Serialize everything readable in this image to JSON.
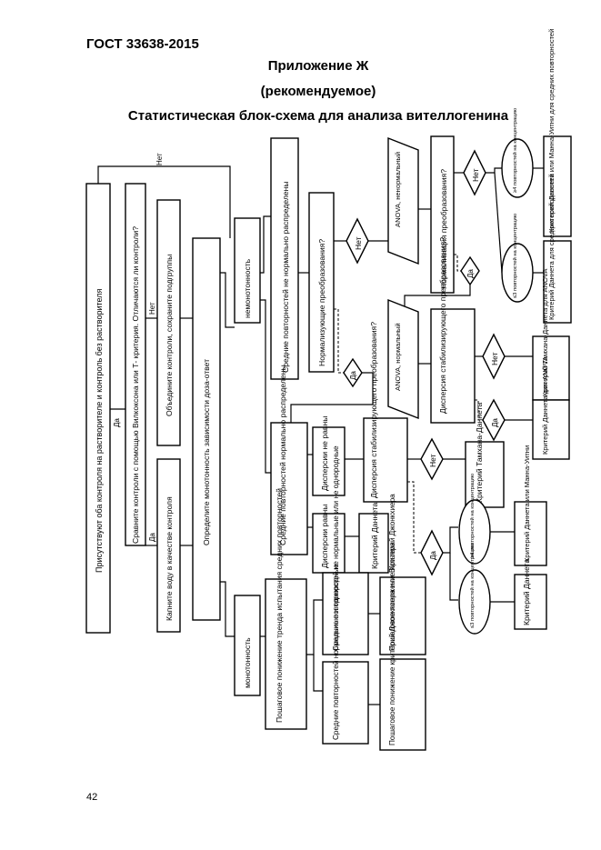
{
  "header": {
    "standard": "ГОСТ 33638-2015",
    "appendix": "Приложение Ж",
    "status": "(рекомендуемое)",
    "title": "Статистическая блок-схема для анализа вителлогенина"
  },
  "page_number": "42",
  "flow": {
    "present_both": "Присутствуют оба контроля на растворителе и контроль без растворителя",
    "compare_controls": "Сравните контроли с помощью Вилкоксона или Т- критерия. Отличаются ли контроли?",
    "combine_controls": "Объедините контроли, сохраните подгруппы",
    "water_control": "Капните воду в качестве контроля",
    "determine_monotonicity": "Определите монотонность зависимости доза-ответ",
    "non_monotonic": "немонотонность",
    "monotonic": "монотонность",
    "means_not_normal": "Средние повторностей не нормально распределены",
    "normalizing_transform": "Нормализующие преобразования?",
    "anova_normal_1": "ANOVA, ненормальный",
    "normalization_transform_q": "Нормализация преобразования?",
    "ge4_reps_1": "≥4 повторностей на концентрацию",
    "le3_reps_1": "≤3 повторностей на концентрацию",
    "dunnett_mann_1": "Критерий Даннета или Манна-Уитни для средних повторностей",
    "dunnett_means": "Критерий Даннета для средних повторностей",
    "anova_normal_2": "ANOVA, нормальный",
    "variance_stabilizing_1": "Дисперсия стабилизирующего преобразования?",
    "tamhane_dunnett_anova": "Критерий Тамхана-Даннета для ANOVA",
    "dunnett_anova": "Критерий Даннета для ANOVA",
    "means_normal": "Средние повторностей нормально распределены",
    "variances_unequal": "Дисперсии не равны",
    "variances_equal": "Дисперсии равны",
    "dunnett_small": "Критерий Даннета",
    "variance_stabilizing_2": "Дисперсия стабилизирующего преобразования?",
    "tamhane_dunnett": "Критерий Тамхана-Даннета",
    "ge4_reps_2": "≥4 повторностей на концентрацию",
    "le3_reps_2": "≤3 повторностей на концентрацию",
    "dunnett_mann_2": "Критерий Даннета или Манна-Уитни",
    "dunnett_final": "Критерий Даннета",
    "stepwise_trend": "Пошаговое понижение тренда испытания средних повторностей",
    "means_not_normal_nonhomog": "Средние повторностей не нормальные или не однородные",
    "means_normal_homog": "Средние повторностей нормальные и однородные",
    "stepdown_jonckheere": "Пошаговое понижение Критерий Джонкхиера",
    "stepdown_jonckheere_williams": "Пошаговое понижение критерий Джонкхиера или Вильяма",
    "yes": "Да",
    "no": "Нет"
  }
}
